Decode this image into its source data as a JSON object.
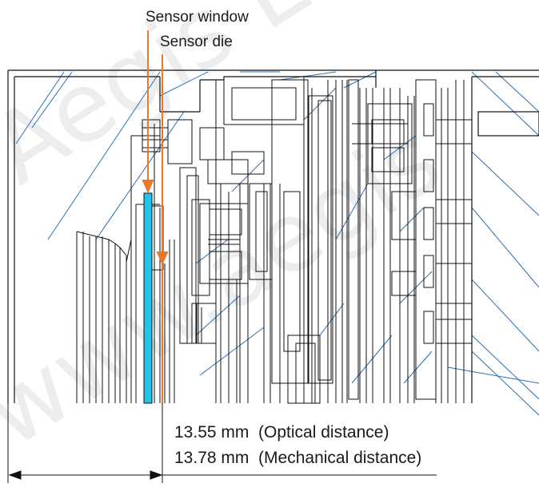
{
  "callouts": {
    "sensor_window": "Sensor window",
    "sensor_die": "Sensor die"
  },
  "dimensions": {
    "optical": "13.55 mm  (Optical distance)",
    "mechanical": "13.78 mm  (Mechanical distance)"
  },
  "watermark": {
    "line1": "Aegis Electronic",
    "line2": "www.aegis"
  },
  "colors": {
    "line": "#111111",
    "hatch": "#2b6fb3",
    "window": "#23c4ea",
    "callout": "#e8792c"
  }
}
